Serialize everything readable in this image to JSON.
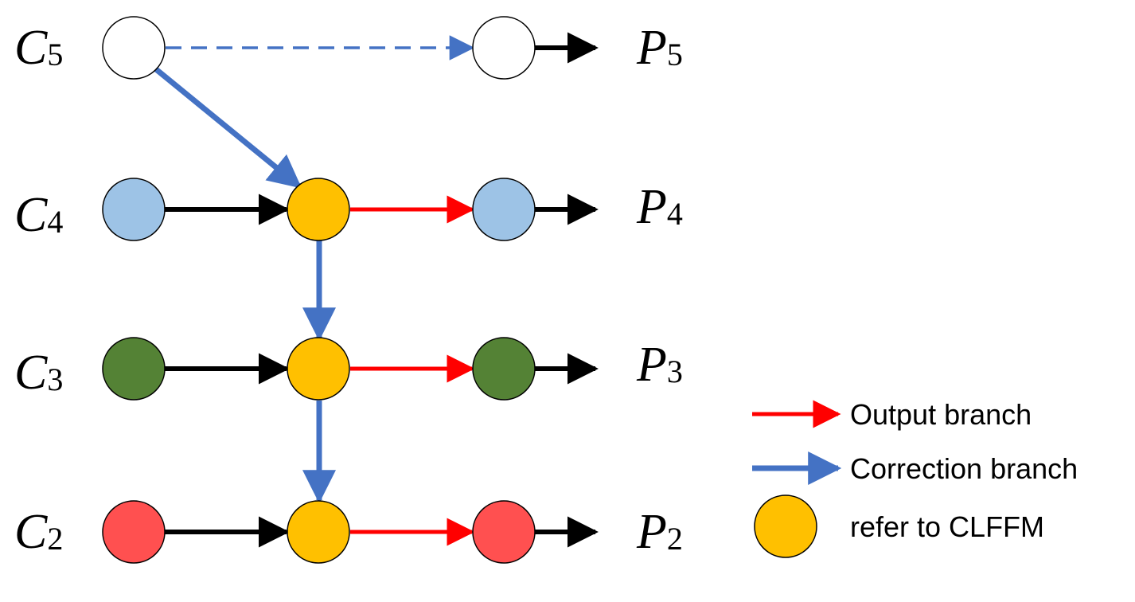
{
  "inputs": [
    {
      "base": "C",
      "sub": "5",
      "color": "#ffffff"
    },
    {
      "base": "C",
      "sub": "4",
      "color": "#9dc3e6"
    },
    {
      "base": "C",
      "sub": "3",
      "color": "#548235"
    },
    {
      "base": "C",
      "sub": "2",
      "color": "#ff5050"
    }
  ],
  "outputs": [
    {
      "base": "P",
      "sub": "5"
    },
    {
      "base": "P",
      "sub": "4"
    },
    {
      "base": "P",
      "sub": "3"
    },
    {
      "base": "P",
      "sub": "2"
    }
  ],
  "fusion_color": "#ffc000",
  "colors": {
    "output_branch": "#ff0000",
    "correction_branch": "#4472c4",
    "plain_arrow": "#000000"
  },
  "legend": {
    "output_branch": "Output branch",
    "correction_branch": "Correction branch",
    "module": "refer to CLFFM"
  }
}
